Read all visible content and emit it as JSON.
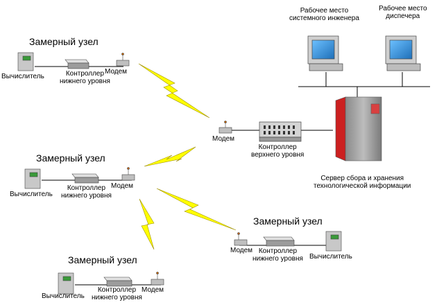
{
  "nodes": {
    "group_titles": [
      "Замерный узел",
      "Замерный узел",
      "Замерный узел",
      "Замерный узел"
    ],
    "calculator": "Вычислитель",
    "controller_low": [
      "Контроллер",
      "нижнего уровня"
    ],
    "modem": "Модем",
    "controller_high": [
      "Контроллер",
      "верхнего уровня"
    ],
    "server": [
      "Сервер сбора и хранения",
      "технологической информации"
    ],
    "engineer_ws": [
      "Рабочее место",
      "системного инженера"
    ],
    "dispatcher_ws": [
      "Рабочее место",
      "диспечера"
    ]
  },
  "colors": {
    "lightning": "#ffff00",
    "server_red": "#cc2020",
    "monitor_screen": "#2a8ad6",
    "device_gray": "#c8c8c8"
  },
  "icons": [
    "computer-icon",
    "calculator-icon",
    "controller-icon",
    "modem-icon",
    "server-icon",
    "lightning-icon"
  ]
}
